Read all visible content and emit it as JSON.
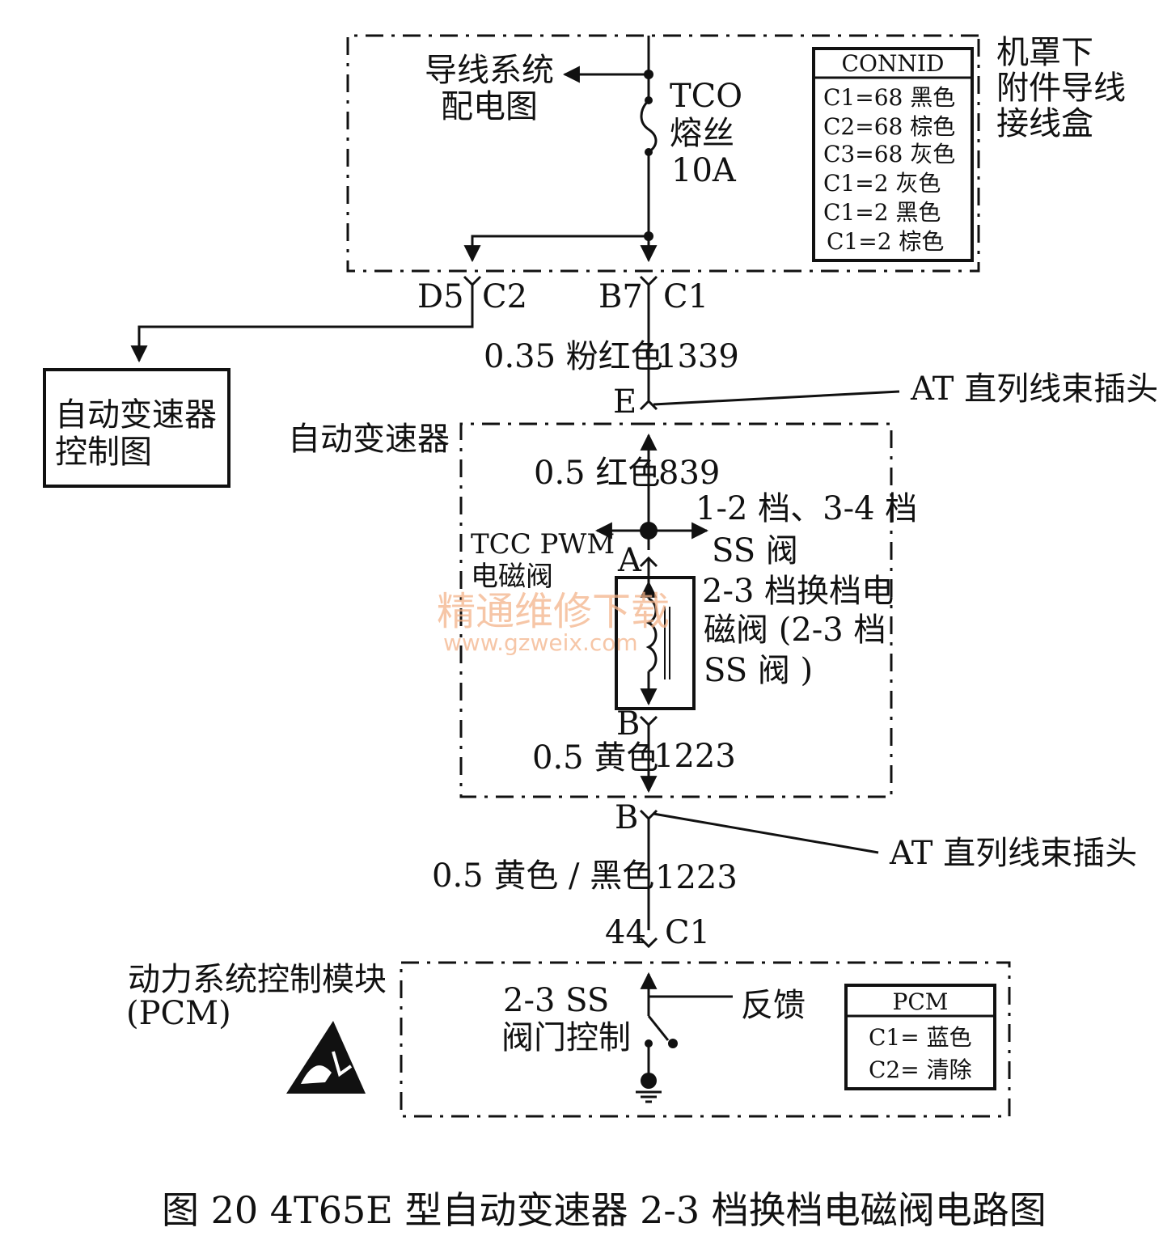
{
  "fuse_box": {
    "label_lines": [
      "机罩下",
      "附件导线",
      "接线盒"
    ],
    "wiring_ref_lines": [
      "导线系统",
      "配电图"
    ],
    "fuse_lines": [
      "TCO",
      "熔丝",
      "10A"
    ],
    "connid": {
      "title": "CONNID",
      "rows": [
        "C1=68 黑色",
        "C2=68 棕色",
        "C3=68  灰色",
        "C1=2 灰色",
        "C1=2 黑色",
        "C1=2 棕色"
      ]
    }
  },
  "connectors": {
    "d5": "D5",
    "c2": "C2",
    "b7": "B7",
    "c1": "C1",
    "e": "E",
    "a": "A",
    "b_upper": "B",
    "b_lower": "B",
    "pin44": "44",
    "pcm_c1": "C1"
  },
  "tcm_box": {
    "lines": [
      "自动变速器",
      "控制图"
    ]
  },
  "wires": {
    "w1": {
      "spec": "0.35 粉红色",
      "circuit": "1339"
    },
    "w2": {
      "spec": "0.5 红色",
      "circuit": "839"
    },
    "w3": {
      "spec": "0.5 黄色",
      "circuit": "1223"
    },
    "w4": {
      "spec": "0.5 黄色 / 黑色",
      "circuit": "1223"
    }
  },
  "harness_label_1": "AT 直列线束插头",
  "harness_label_2": "AT 直列线束插头",
  "transmission": {
    "label": "自动变速器",
    "tcc_lines": [
      "TCC PWM",
      "电磁阀"
    ],
    "ss_lines": [
      "1-2 档、3-4 档",
      "SS 阀"
    ],
    "solenoid_lines": [
      "2-3 档换档电",
      "磁阀 (2-3 档",
      "SS 阀 )"
    ]
  },
  "pcm": {
    "label_lines": [
      "动力系统控制模块",
      "(PCM)"
    ],
    "control_lines": [
      "2-3 SS",
      "阀门控制"
    ],
    "feedback": "反馈",
    "legend": {
      "title": "PCM",
      "rows": [
        "C1= 蓝色",
        "C2= 清除"
      ]
    }
  },
  "watermark": {
    "cn": "精通维修下载",
    "url": "www.gzweix.com"
  },
  "caption": "图 20    4T65E 型自动变速器 2-3 档换档电磁阀电路图"
}
